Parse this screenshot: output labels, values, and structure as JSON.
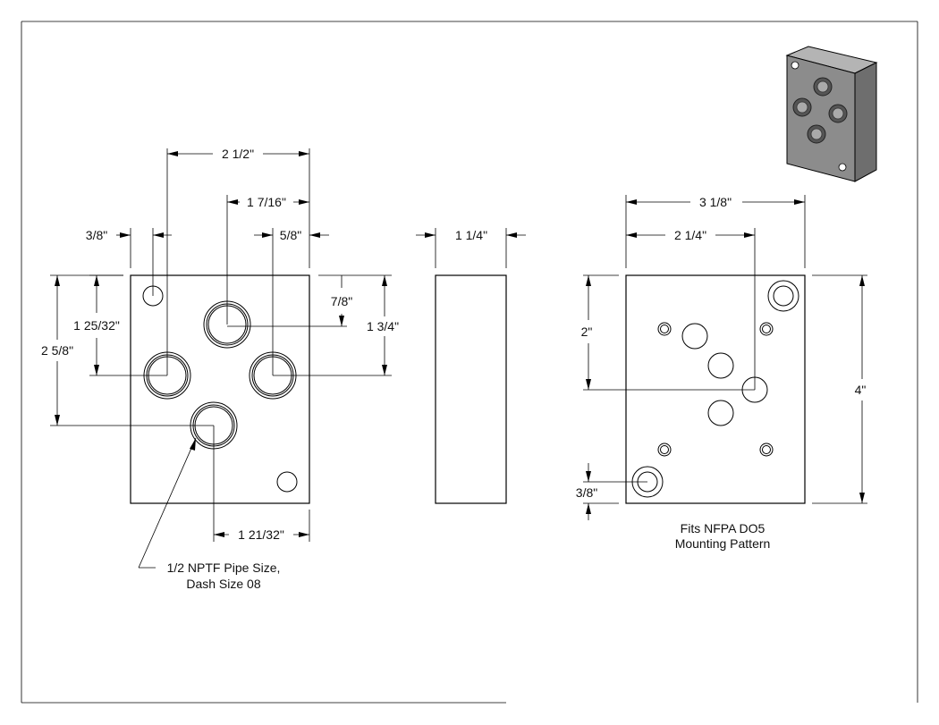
{
  "front_view": {
    "dims": {
      "overall_port_spacing_x": "2 1/2\"",
      "port_offset_1": "1 7/16\"",
      "edge_to_port_left": "3/8\"",
      "port_to_edge_right": "5/8\"",
      "port_height_upper": "7/8\"",
      "port_height_total": "1 3/4\"",
      "left_port_height": "1 25/32\"",
      "bottom_port_height": "2 5/8\"",
      "bottom_port_offset": "1 21/32\""
    },
    "callout_line1": "1/2 NPTF Pipe Size,",
    "callout_line2": "Dash Size 08"
  },
  "side_view": {
    "dims": {
      "thickness": "1 1/4\""
    }
  },
  "back_view": {
    "dims": {
      "width": "3 1/8\"",
      "center_offset": "2 1/4\"",
      "center_height": "2\"",
      "height": "4\"",
      "bolt_offset": "3/8\""
    },
    "note_line1": "Fits NFPA DO5",
    "note_line2": "Mounting Pattern"
  },
  "colors": {
    "iso_top": "#b4b4b4",
    "iso_front": "#8c8c8c",
    "iso_side": "#6e6e6e"
  }
}
